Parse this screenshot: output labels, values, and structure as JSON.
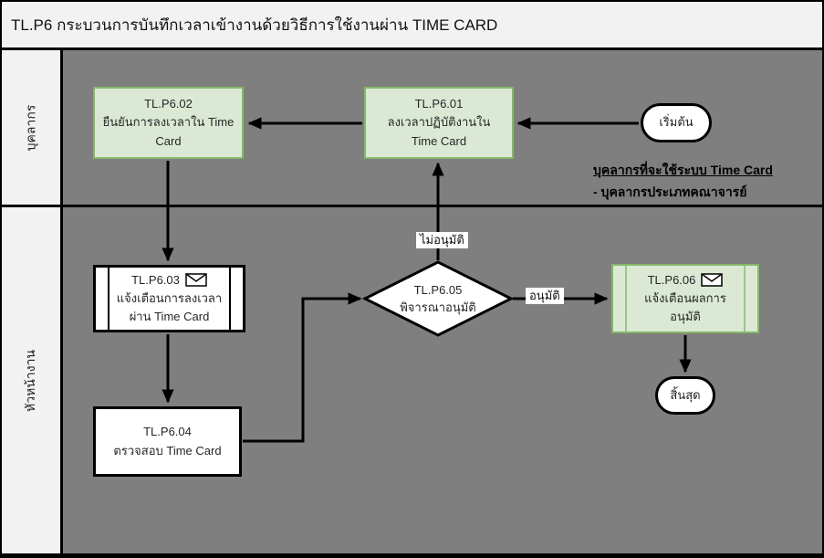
{
  "title": "TL.P6 กระบวนการบันทึกเวลาเข้างานด้วยวิธีการใช้งานผ่าน TIME CARD",
  "lanes": [
    {
      "label": "บุคลากร"
    },
    {
      "label": "หัวหน้างาน"
    }
  ],
  "nodes": {
    "start": {
      "label": "เริ่มต้น"
    },
    "p602": {
      "id": "TL.P6.02",
      "label": "ยืนยันการลงเวลาใน Time Card"
    },
    "p601": {
      "id": "TL.P6.01",
      "label": "ลงเวลาปฏิบัติงานใน Time Card"
    },
    "p603": {
      "id": "TL.P6.03",
      "label": "แจ้งเตือนการลงเวลาผ่าน Time Card",
      "icon": "envelope-icon"
    },
    "p604": {
      "id": "TL.P6.04",
      "label": "ตรวจสอบ Time Card"
    },
    "p605": {
      "id": "TL.P6.05",
      "label": "พิจารณาอนุมัติ"
    },
    "p606": {
      "id": "TL.P6.06",
      "label": "แจ้งเตือนผลการอนุมัติ",
      "icon": "envelope-icon"
    },
    "end": {
      "label": "สิ้นสุด"
    }
  },
  "edge_labels": {
    "reject": "ไม่อนุมัติ",
    "approve": "อนุมัติ"
  },
  "note": {
    "line1": "บุคลากรที่จะใช้ระบบ Time Card",
    "line2": "- บุคลากรประเภทคณาจารย์"
  },
  "colors": {
    "canvas_bg": "#7f7f7f",
    "lane_bg": "#f2f2f2",
    "green_fill": "#dbe9d4",
    "green_border": "#86b76b",
    "box_border": "#000000",
    "text": "#1a1a1a"
  }
}
